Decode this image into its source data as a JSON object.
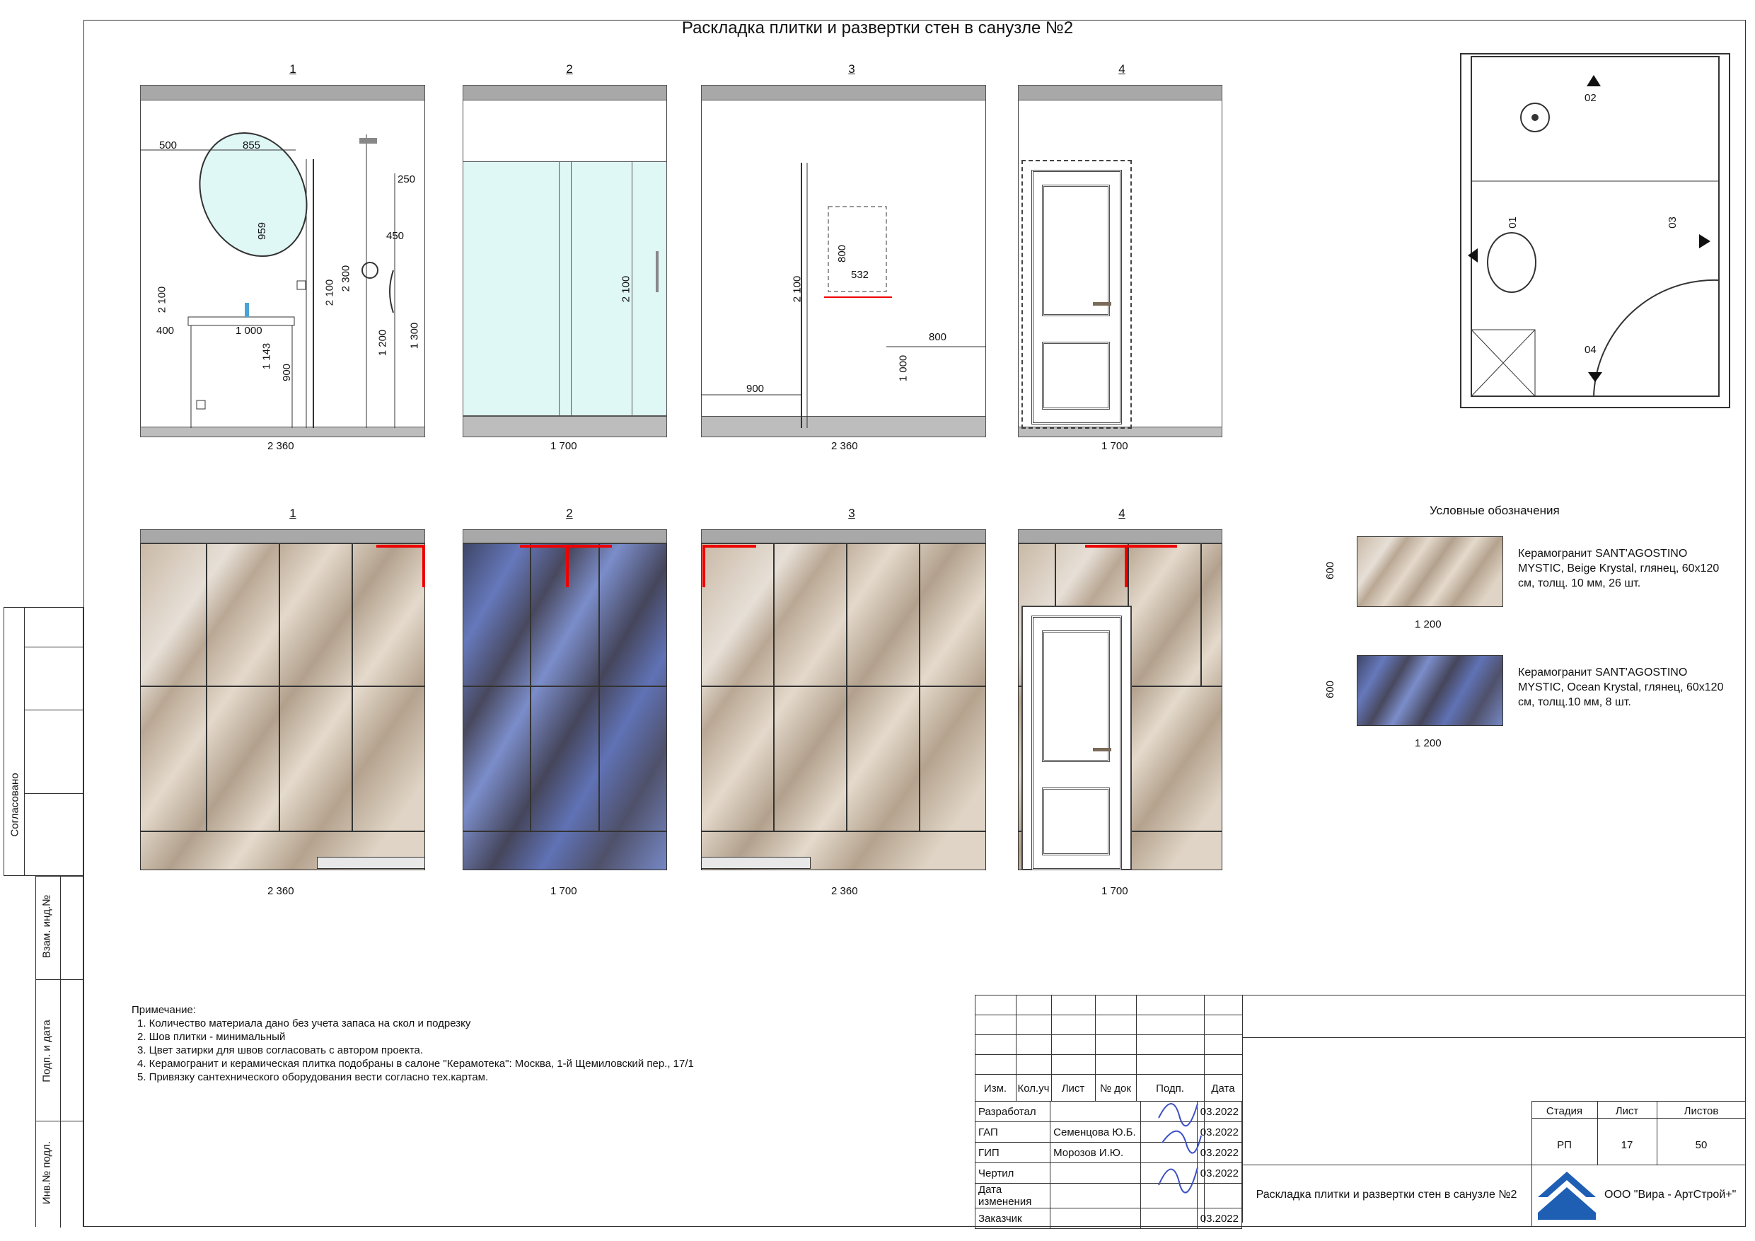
{
  "title": "Раскладка плитки и развертки стен в санузле №2",
  "panels_top": [
    {
      "num": "1",
      "width": "2 360"
    },
    {
      "num": "2",
      "width": "1 700"
    },
    {
      "num": "3",
      "width": "2 360"
    },
    {
      "num": "4",
      "width": "1 700"
    }
  ],
  "panels_bottom": [
    {
      "num": "1",
      "width": "2 360"
    },
    {
      "num": "2",
      "width": "1 700"
    },
    {
      "num": "3",
      "width": "2 360"
    },
    {
      "num": "4",
      "width": "1 700"
    }
  ],
  "dims_panel1": {
    "d500": "500",
    "d855": "855",
    "d959": "959",
    "d250": "250",
    "d450": "450",
    "d2100a": "2 100",
    "d2100b": "2 100",
    "d2300": "2 300",
    "d400": "400",
    "d1000": "1 000",
    "d1143": "1 143",
    "d900": "900",
    "d1200": "1 200",
    "d1300": "1 300"
  },
  "dims_panel2": {
    "d2100": "2 100"
  },
  "dims_panel3": {
    "d2100": "2 100",
    "d800a": "800",
    "d532": "532",
    "d800b": "800",
    "d900": "900",
    "d1000": "1 000"
  },
  "plan_labels": {
    "l01": "01",
    "l02": "02",
    "l03": "03",
    "l04": "04"
  },
  "legend": {
    "title": "Условные обозначения",
    "items": [
      {
        "text1": "Керамогранит SANT'AGOSTINO",
        "text2": "MYSTIC, Beige Krystal, глянец, 60х120",
        "text3": "см, толщ. 10 мм,  26 шт.",
        "w": "1 200",
        "h": "600",
        "color": "#c9b9a6"
      },
      {
        "text1": "Керамогранит SANT'AGOSTINO",
        "text2": "MYSTIC, Ocean Krystal, глянец, 60х120",
        "text3": "см, толщ.10 мм,  8 шт.",
        "w": "1 200",
        "h": "600",
        "color": "#5a6aa8"
      }
    ]
  },
  "notes": {
    "header": "Примечание:",
    "items": [
      "1. Количество материала дано без учета запаса на скол и подрезку",
      "2. Шов плитки - минимальный",
      "3. Цвет затирки для швов согласовать с автором проекта.",
      "4. Керамогранит и керамическая плитка подобраны в салоне \"Керамотека\": Москва, 1-й Щемиловский пер., 17/1",
      "5. Привязку сантехнического оборудования вести согласно тех.картам."
    ]
  },
  "side": {
    "agreed": "Согласовано",
    "vzam": "Взам. инд.№",
    "podp": "Подп. и дата",
    "inv": "Инв.№ подл."
  },
  "titleblock": {
    "headers": [
      "Изм.",
      "Кол.уч",
      "Лист",
      "№ док",
      "Подп.",
      "Дата"
    ],
    "rows": [
      {
        "role": "Разработал",
        "name": "",
        "date": "03.2022"
      },
      {
        "role": "ГАП",
        "name": "Семенцова Ю.Б.",
        "date": "03.2022"
      },
      {
        "role": "ГИП",
        "name": "Морозов И.Ю.",
        "date": "03.2022"
      },
      {
        "role": "Чертил",
        "name": "",
        "date": "03.2022"
      },
      {
        "role": "Дата изменения",
        "name": "",
        "date": ""
      },
      {
        "role": "Заказчик",
        "name": "",
        "date": "03.2022"
      }
    ],
    "stage_h": "Стадия",
    "sheet_h": "Лист",
    "sheets_h": "Листов",
    "stage": "РП",
    "sheet": "17",
    "sheets": "50",
    "doc_title": "Раскладка плитки и развертки стен в санузле №2",
    "company": "ООО \"Вира - АртСтрой+\""
  },
  "colors": {
    "arrow": "#e00000",
    "glass": "#dff7f5",
    "ceiling": "#a8a8a8"
  }
}
